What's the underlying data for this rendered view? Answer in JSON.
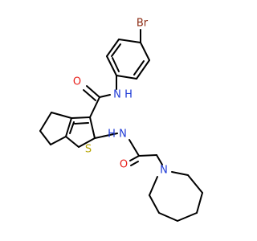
{
  "molecule": {
    "atom_labels": {
      "br": "Br",
      "amide_n": "N",
      "amide_h": "H",
      "amide_o": "O",
      "thiophene_s": "S",
      "acylamino_n": "N",
      "acylamino_h": "H",
      "acyl_o": "O",
      "azepane_n": "N"
    }
  },
  "colors": {
    "bond": "#000000",
    "carbon_text": "#000000",
    "nitrogen": "#1f3bd6",
    "oxygen": "#e8211c",
    "sulfur": "#b6a400",
    "bromine": "#8b2a12"
  }
}
